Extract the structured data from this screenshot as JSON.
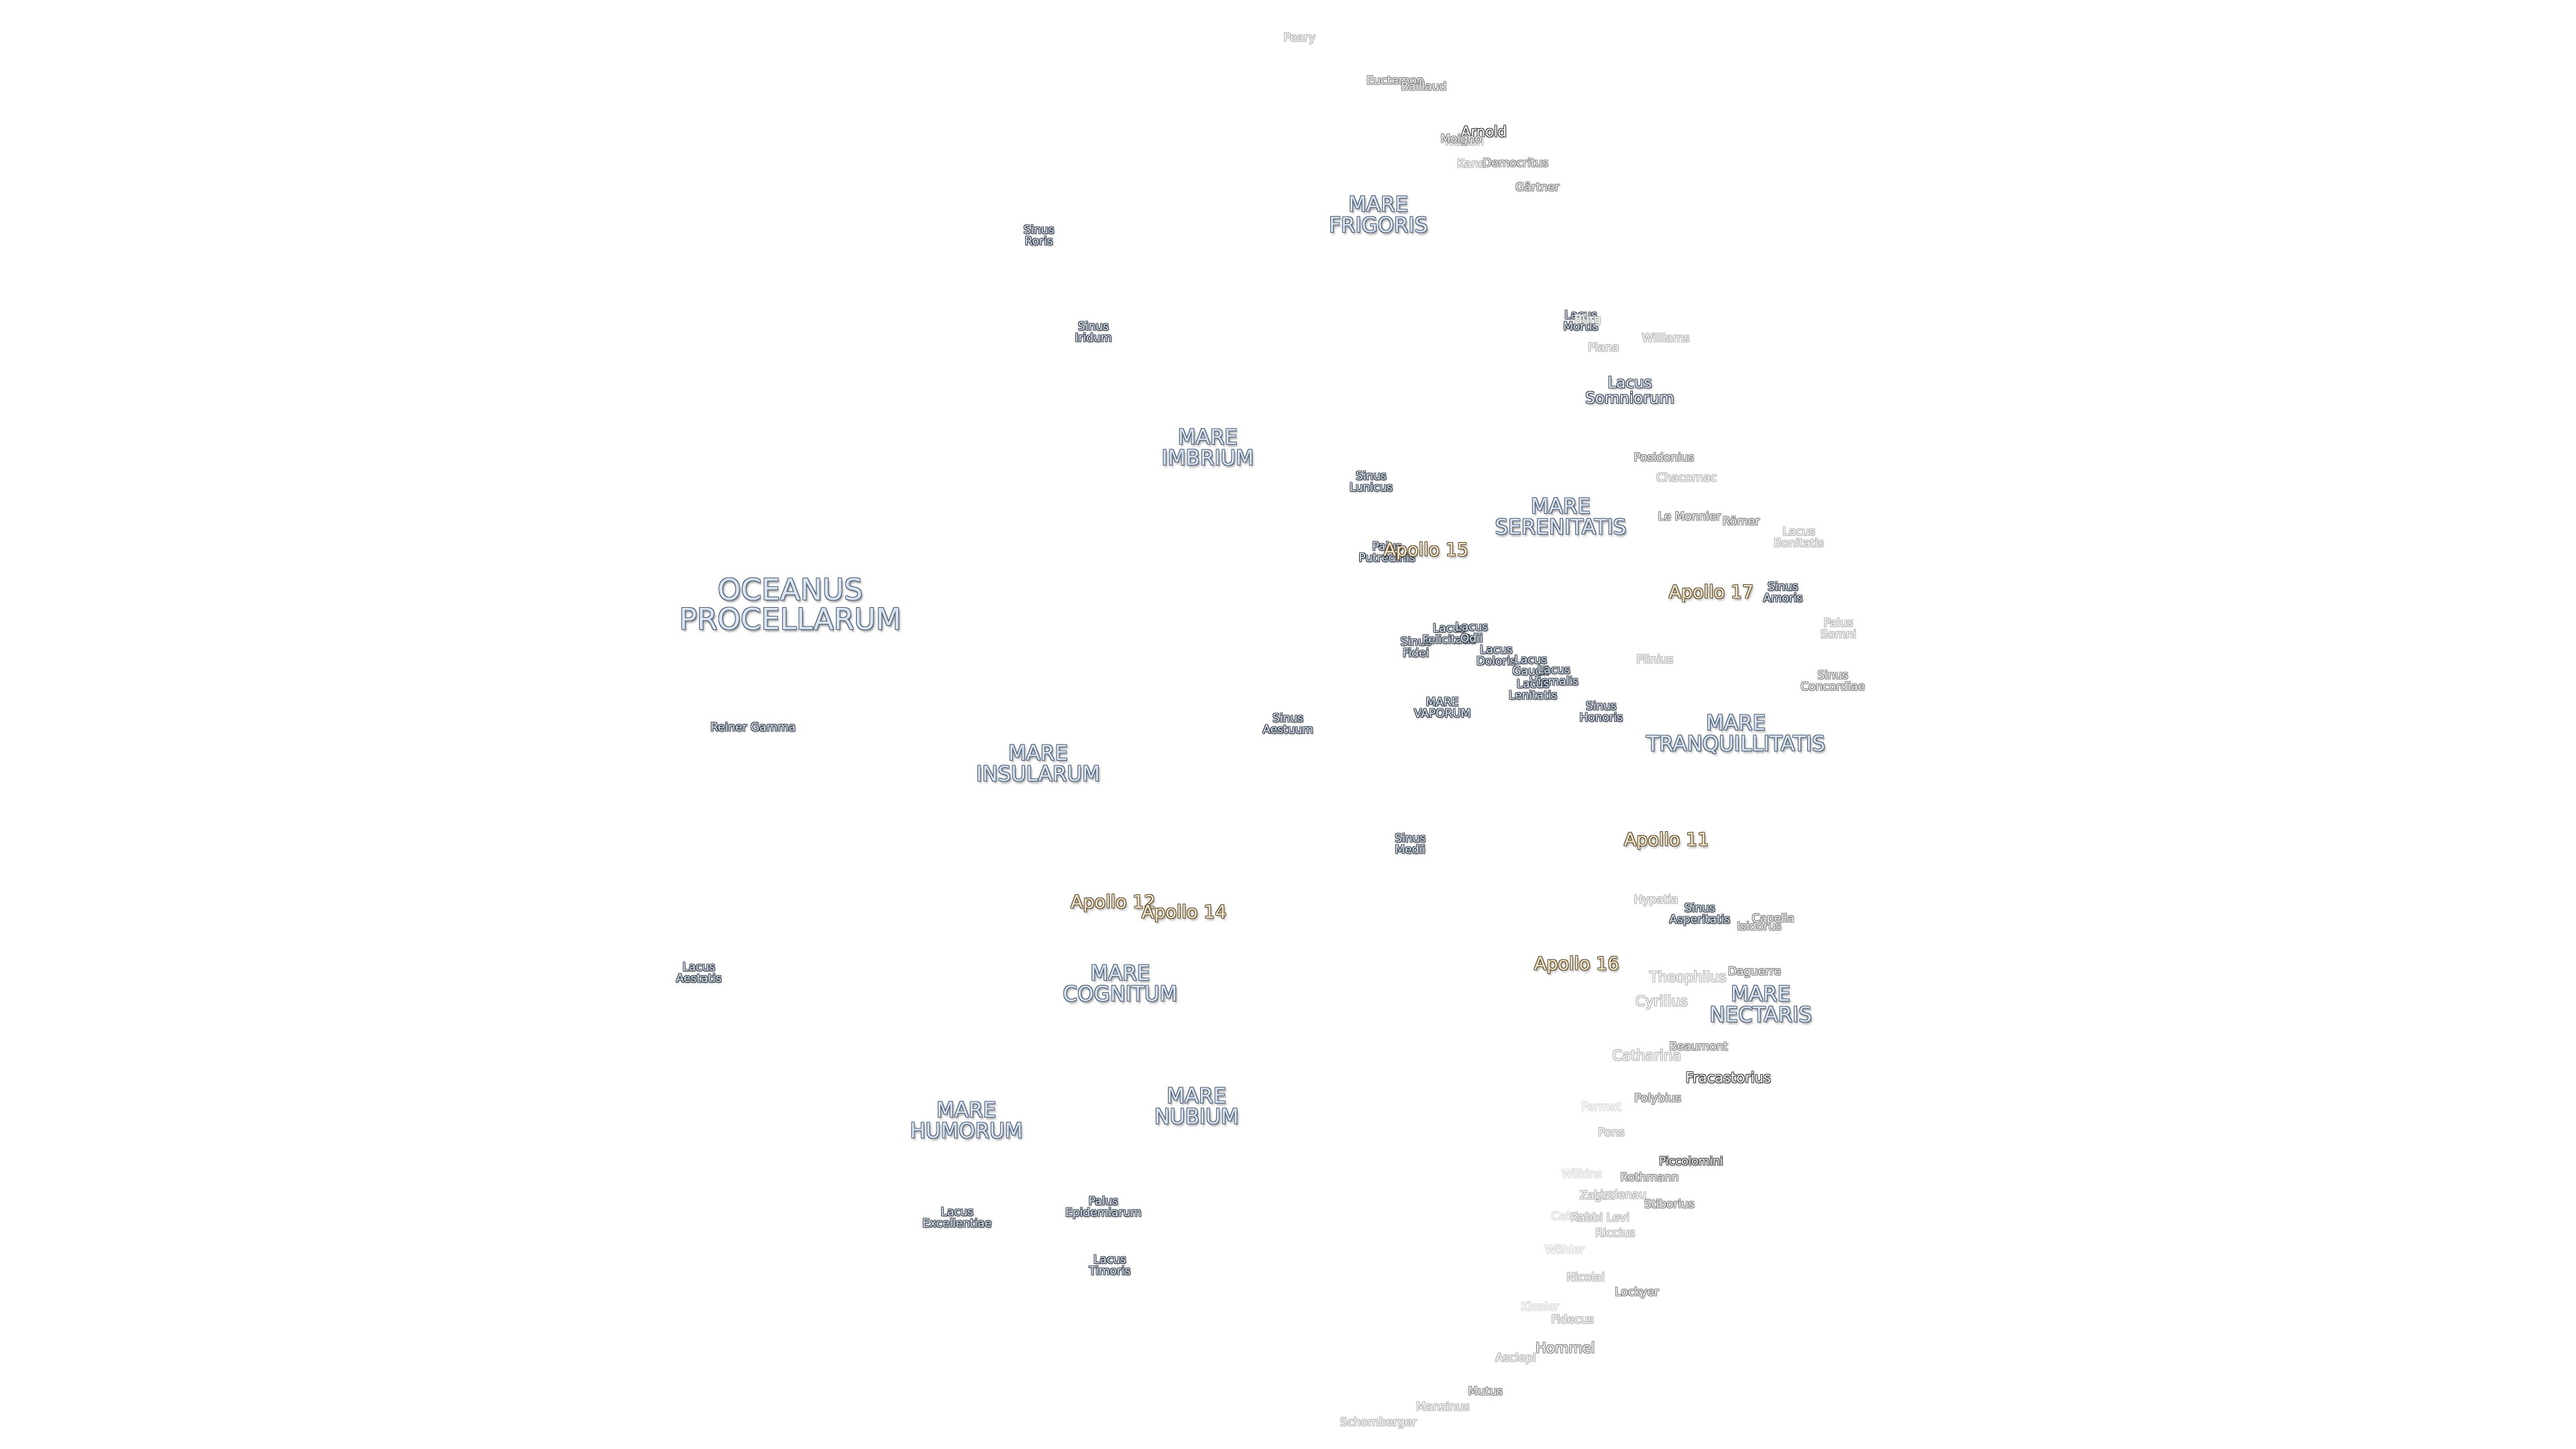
{
  "labels": [
    {
      "text": "OCEANUS\nPROCELLARUM",
      "kind": "ocean",
      "lon": -57.0,
      "lat": 18.0
    },
    {
      "text": "MARE\nFRIGORIS",
      "kind": "mare",
      "lon": 5.0,
      "lat": 58.0
    },
    {
      "text": "MARE\nIMBRIUM",
      "kind": "mare",
      "lon": -17.0,
      "lat": 35.0
    },
    {
      "text": "MARE\nSERENITATIS",
      "kind": "mare",
      "lon": 17.0,
      "lat": 28.0
    },
    {
      "text": "MARE\nINSULARUM",
      "kind": "mare",
      "lon": -30.0,
      "lat": 8.0
    },
    {
      "text": "MARE\nTRANQUILLITATIS",
      "kind": "mare",
      "lon": 31.0,
      "lat": 8.5
    },
    {
      "text": "MARE\nCOGNITUM",
      "kind": "mare",
      "lon": -23.0,
      "lat": -10.0
    },
    {
      "text": "MARE\nHUMORUM",
      "kind": "mare",
      "lon": -39.0,
      "lat": -24.0
    },
    {
      "text": "MARE\nNUBIUM",
      "kind": "mare",
      "lon": -17.0,
      "lat": -21.0
    },
    {
      "text": "MARE\nNECTARIS",
      "kind": "mare",
      "lon": 35.0,
      "lat": -15.0
    },
    {
      "text": "MARE\nVAPORUM",
      "kind": "minor",
      "lon": 4.0,
      "lat": 13.0
    },
    {
      "text": "Sinus\nRoris",
      "kind": "minor",
      "lon": -46.0,
      "lat": 54.0
    },
    {
      "text": "Sinus\nIridum",
      "kind": "minor",
      "lon": -32.0,
      "lat": 45.0
    },
    {
      "text": "Sinus\nLunicus",
      "kind": "minor",
      "lon": -1.0,
      "lat": 32.0
    },
    {
      "text": "Palus\nPutredinis",
      "kind": "minor",
      "lon": 0.0,
      "lat": 26.0
    },
    {
      "text": "Sinus\nAestuum",
      "kind": "minor",
      "lon": -9.0,
      "lat": 12.0
    },
    {
      "text": "Sinus\nFidei",
      "kind": "minor",
      "lon": 2.0,
      "lat": 18.0
    },
    {
      "text": "Lacus\nFelicitatis",
      "kind": "minor",
      "lon": 5.0,
      "lat": 19.0
    },
    {
      "text": "Lacus\nOdii",
      "kind": "minor",
      "lon": 7.0,
      "lat": 19.0
    },
    {
      "text": "Lacus\nDoloris",
      "kind": "minor",
      "lon": 9.0,
      "lat": 17.0
    },
    {
      "text": "Lacus\nGaudii",
      "kind": "minor",
      "lon": 12.0,
      "lat": 16.0
    },
    {
      "text": "Lacus\nHiemalis",
      "kind": "minor",
      "lon": 14.0,
      "lat": 15.0
    },
    {
      "text": "Lacus\nLenitatis",
      "kind": "minor",
      "lon": 12.0,
      "lat": 14.0
    },
    {
      "text": "Sinus\nHonoris",
      "kind": "minor",
      "lon": 18.0,
      "lat": 11.7
    },
    {
      "text": "Sinus\nMedii",
      "kind": "minor",
      "lon": 1.0,
      "lat": 2.0
    },
    {
      "text": "Lacus\nMortis",
      "kind": "minor",
      "lon": 27.0,
      "lat": 45.0
    },
    {
      "text": "Lacus\nSomniorum",
      "kind": "lacus",
      "lon": 29.0,
      "lat": 38.0
    },
    {
      "text": "Lacus\nAestatis",
      "kind": "minor",
      "lon": -69.0,
      "lat": -15.0
    },
    {
      "text": "Reiner Gamma",
      "kind": "minor",
      "lon": -59.0,
      "lat": 7.5
    },
    {
      "text": "Lacus\nExcellentiae",
      "kind": "minor",
      "lon": -44.0,
      "lat": -35.0
    },
    {
      "text": "Palus\nEpidemiarum",
      "kind": "minor",
      "lon": -27.0,
      "lat": -32.0
    },
    {
      "text": "Lacus\nTimoris",
      "kind": "minor",
      "lon": -28.0,
      "lat": -39.0
    },
    {
      "text": "Sinus\nAsperitatis",
      "kind": "minor",
      "lon": 27.0,
      "lat": -6.0
    },
    {
      "text": "Sinus\nAmoris",
      "kind": "minor",
      "lon": 39.0,
      "lat": 19.0
    },
    {
      "text": "Lacus\nBonitatis",
      "kind": "crater",
      "level": 3,
      "lon": 43.0,
      "lat": 23.0
    },
    {
      "text": "Palus\nSomni",
      "kind": "crater",
      "level": 3,
      "lon": 45.0,
      "lat": 15.0
    },
    {
      "text": "Sinus\nConcordiae",
      "kind": "crater",
      "level": 2,
      "lon": 43.0,
      "lat": 11.0
    },
    {
      "text": "Apollo 11",
      "kind": "apollo",
      "lon": 23.5,
      "lat": 0.7
    },
    {
      "text": "Apollo 12",
      "kind": "apollo",
      "lon": -23.4,
      "lat": -3.0
    },
    {
      "text": "Apollo 14",
      "kind": "apollo",
      "lon": -17.5,
      "lat": -3.6
    },
    {
      "text": "Apollo 15",
      "kind": "apollo",
      "lon": 3.6,
      "lat": 26.1
    },
    {
      "text": "Apollo 16",
      "kind": "apollo",
      "lon": 15.5,
      "lat": -9.0
    },
    {
      "text": "Apollo 17",
      "kind": "apollo",
      "lon": 30.8,
      "lat": 20.2
    },
    {
      "text": "Peary",
      "kind": "crater",
      "level": 3,
      "lon": 33.0,
      "lat": 88.6
    },
    {
      "text": "Euctemon",
      "kind": "crater",
      "level": 2,
      "lon": 31.3,
      "lat": 76.4
    },
    {
      "text": "Baillaud",
      "kind": "crater",
      "level": 2,
      "lon": 37.5,
      "lat": 74.6
    },
    {
      "text": "Nelson",
      "kind": "crater",
      "level": 3,
      "lon": 29.0,
      "lat": 66.0
    },
    {
      "text": "Arnold",
      "kind": "crater",
      "level": 1,
      "lon": 35.9,
      "lat": 66.8,
      "size": "big"
    },
    {
      "text": "Moigno",
      "kind": "crater",
      "level": 2,
      "lon": 28.9,
      "lat": 66.4
    },
    {
      "text": "Kane",
      "kind": "crater",
      "level": 3,
      "lon": 26.1,
      "lat": 63.1
    },
    {
      "text": "Democritus",
      "kind": "crater",
      "level": 2,
      "lon": 35.0,
      "lat": 62.3
    },
    {
      "text": "Gärtner",
      "kind": "crater",
      "level": 2,
      "lon": 34.6,
      "lat": 59.1
    },
    {
      "text": "Bürg",
      "kind": "crater",
      "level": 3,
      "lon": 28.0,
      "lat": 45.0
    },
    {
      "text": "Plana",
      "kind": "crater",
      "level": 3,
      "lon": 28.2,
      "lat": 42.2
    },
    {
      "text": "Williams",
      "kind": "crater",
      "level": 3,
      "lon": 37.2,
      "lat": 42.0
    },
    {
      "text": "Posidonius",
      "kind": "crater",
      "level": 2,
      "lon": 29.9,
      "lat": 31.8
    },
    {
      "text": "Chacornac",
      "kind": "crater",
      "level": 3,
      "lon": 31.7,
      "lat": 29.8
    },
    {
      "text": "Le Monnier",
      "kind": "crater",
      "level": 2,
      "lon": 30.6,
      "lat": 26.6
    },
    {
      "text": "Römer",
      "kind": "crater",
      "level": 2,
      "lon": 36.4,
      "lat": 25.4
    },
    {
      "text": "Plinius",
      "kind": "crater",
      "level": 3,
      "lon": 23.7,
      "lat": 15.4
    },
    {
      "text": "Hypatia",
      "kind": "crater",
      "level": 3,
      "lon": 22.6,
      "lat": -4.3
    },
    {
      "text": "Isidorus",
      "kind": "crater",
      "level": 2,
      "lon": 33.5,
      "lat": -8.0
    },
    {
      "text": "Capella",
      "kind": "crater",
      "level": 2,
      "lon": 35.0,
      "lat": -7.5
    },
    {
      "text": "Theophilus",
      "kind": "crater",
      "level": 3,
      "lon": 26.4,
      "lat": -11.4,
      "size": "big"
    },
    {
      "text": "Cyrillus",
      "kind": "crater",
      "level": 3,
      "lon": 24.0,
      "lat": -13.2,
      "size": "big"
    },
    {
      "text": "Daguerre",
      "kind": "crater",
      "level": 2,
      "lon": 33.6,
      "lat": -11.9
    },
    {
      "text": "Catharina",
      "kind": "crater",
      "level": 3,
      "lon": 23.4,
      "lat": -18.1,
      "size": "big"
    },
    {
      "text": "Beaumont",
      "kind": "crater",
      "level": 2,
      "lon": 28.8,
      "lat": -18.0
    },
    {
      "text": "Polybius",
      "kind": "crater",
      "level": 2,
      "lon": 25.6,
      "lat": -22.4
    },
    {
      "text": "Fracastorius",
      "kind": "crater",
      "level": 1,
      "lon": 33.2,
      "lat": -21.5,
      "size": "big"
    },
    {
      "text": "Fermat",
      "kind": "crater",
      "level": 4,
      "lon": 19.8,
      "lat": -22.6
    },
    {
      "text": "Pons",
      "kind": "crater",
      "level": 3,
      "lon": 21.5,
      "lat": -25.3
    },
    {
      "text": "Wilkins",
      "kind": "crater",
      "level": 4,
      "lon": 19.6,
      "lat": -29.4
    },
    {
      "text": "Zagut",
      "kind": "crater",
      "level": 3,
      "lon": 22.1,
      "lat": -32.0
    },
    {
      "text": "Lindenau",
      "kind": "crater",
      "level": 3,
      "lon": 24.9,
      "lat": -32.3
    },
    {
      "text": "Rothmann",
      "kind": "crater",
      "level": 2,
      "lon": 27.7,
      "lat": -30.8
    },
    {
      "text": "Piccolomini",
      "kind": "crater",
      "level": 1,
      "lon": 32.2,
      "lat": -29.7
    },
    {
      "text": "Celsius",
      "kind": "crater",
      "level": 4,
      "lon": 20.1,
      "lat": -34.1
    },
    {
      "text": "Rabbi Levi",
      "kind": "crater",
      "level": 3,
      "lon": 23.6,
      "lat": -34.7
    },
    {
      "text": "Stiborius",
      "kind": "crater",
      "level": 2,
      "lon": 32.0,
      "lat": -34.4
    },
    {
      "text": "Riccius",
      "kind": "crater",
      "level": 3,
      "lon": 26.5,
      "lat": -36.9
    },
    {
      "text": "Wöhler",
      "kind": "crater",
      "level": 4,
      "lon": 21.0,
      "lat": -38.2
    },
    {
      "text": "Nicolai",
      "kind": "crater",
      "level": 3,
      "lon": 25.9,
      "lat": -42.4
    },
    {
      "text": "Kiesler",
      "kind": "crater",
      "level": 4,
      "lon": 22.0,
      "lat": -46.0
    },
    {
      "text": "Lockyer",
      "kind": "crater",
      "level": 2,
      "lon": 36.7,
      "lat": -46.2
    },
    {
      "text": "Fidecus",
      "kind": "crater",
      "level": 3,
      "lon": 29.0,
      "lat": -49.0
    },
    {
      "text": "Asclepi",
      "kind": "crater",
      "level": 3,
      "lon": 25.4,
      "lat": -55.1
    },
    {
      "text": "Hommel",
      "kind": "crater",
      "level": 2,
      "lon": 33.8,
      "lat": -54.6,
      "size": "big"
    },
    {
      "text": "Manzinus",
      "kind": "crater",
      "level": 3,
      "lon": 26.4,
      "lat": -67.7
    },
    {
      "text": "Mutus",
      "kind": "crater",
      "level": 2,
      "lon": 30.1,
      "lat": -63.6
    },
    {
      "text": "Schomberger",
      "kind": "crater",
      "level": 3,
      "lon": 24.9,
      "lat": -76.7
    }
  ]
}
